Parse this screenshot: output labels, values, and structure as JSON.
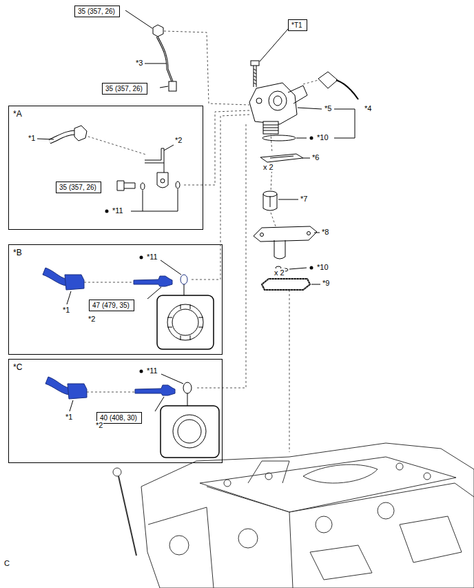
{
  "diagram": {
    "nodes": [
      {
        "text": [
          "35 (357, 26)"
        ]
      },
      {
        "text": [
          "*T1"
        ]
      },
      {
        "text": [
          "35 (357, 26)"
        ]
      },
      {
        "text": [
          "*A"
        ]
      },
      {
        "text": [
          "35 (357, 26)"
        ],
        "in": 3
      },
      {
        "text": [
          "*B"
        ]
      },
      {
        "text": [
          "47 (479, 35)"
        ],
        "in": 5
      },
      {
        "text": [
          "*C"
        ]
      },
      {
        "text": [
          "40 (408, 30)"
        ],
        "in": 7
      }
    ],
    "labels": [
      "*3",
      "x 2",
      "*5",
      "*4",
      "*10",
      "*6",
      "*7",
      "*8",
      "x 2",
      "*10",
      "*9",
      "*1",
      "*2",
      "*11",
      "*11",
      "*1",
      "*2",
      "*11",
      "*1",
      "*2",
      "C"
    ]
  }
}
